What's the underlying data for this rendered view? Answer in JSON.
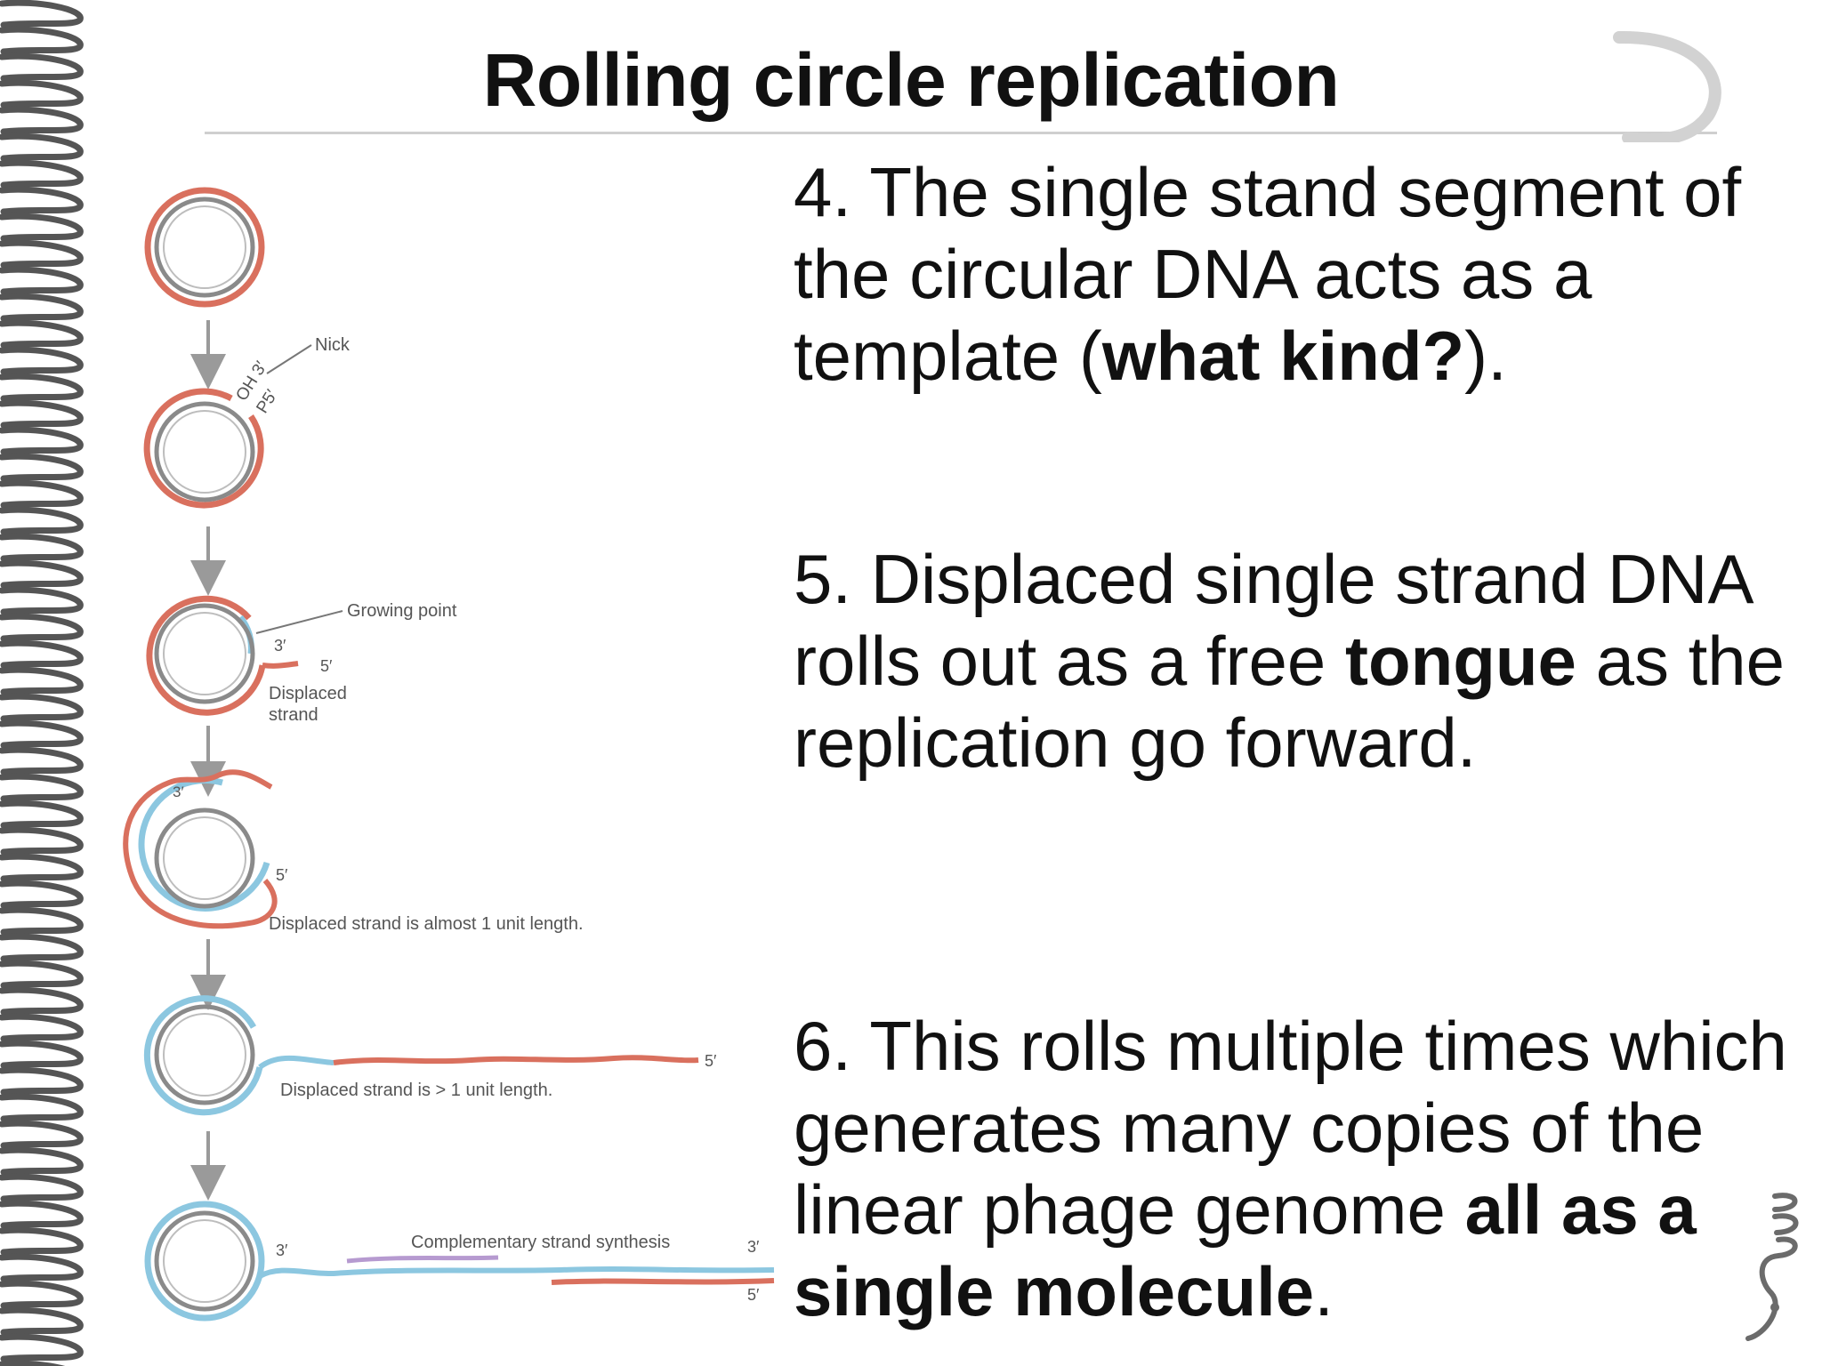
{
  "title": "Rolling circle replication",
  "diagram": {
    "labels": {
      "nick": "Nick",
      "oh3": "OH 3′",
      "p5": "P5′",
      "growing_point": "Growing point",
      "three_prime": "3′",
      "five_prime": "5′",
      "displaced": "Displaced",
      "strand": "strand",
      "almost_unit": "Displaced strand is almost 1 unit length.",
      "more_unit": "Displaced strand is > 1 unit length.",
      "complementary": "Complementary strand synthesis"
    }
  },
  "points": [
    {
      "t1": "4. The single stand segment of the circular DNA acts as a template (",
      "b1": "what kind?",
      "t2": ")."
    },
    {
      "t1": "5. Displaced single strand DNA rolls out as a free ",
      "b1": "tongue",
      "t2": " as the replication go forward."
    },
    {
      "t1": "6. This rolls multiple times which generates many copies of the linear phage genome ",
      "b1": "all as a single molecule",
      "t2": "."
    }
  ],
  "colors": {
    "red_strand": "#d9705e",
    "blue_strand": "#8cc7e0",
    "gray_ring": "#8a8a8a",
    "binding": "#555555"
  }
}
